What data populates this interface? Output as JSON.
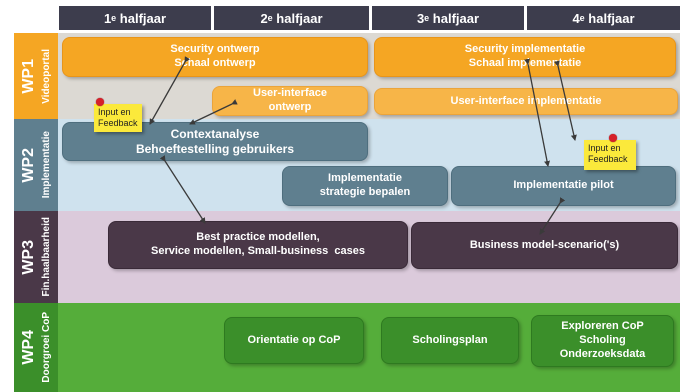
{
  "headers": [
    {
      "num": "1",
      "sup": "e",
      "text": " halfjaar"
    },
    {
      "num": "2",
      "sup": "e",
      "text": " halfjaar"
    },
    {
      "num": "3",
      "sup": "e",
      "text": " halfjaar"
    },
    {
      "num": "4",
      "sup": "e",
      "text": " halfjaar"
    }
  ],
  "workpackages": [
    {
      "id": "WP1",
      "subtitle": "Videoportal",
      "color": "#f5a623"
    },
    {
      "id": "WP2",
      "subtitle": "Implementatie",
      "color": "#5f7f8f"
    },
    {
      "id": "WP3",
      "subtitle": "Fin.haalbaarheid",
      "color": "#4a3848"
    },
    {
      "id": "WP4",
      "subtitle": "Doorgroei CoP",
      "color": "#3b8f2a"
    }
  ],
  "boxes": {
    "security_ontwerp": [
      "Security ontwerp",
      "Schaal ontwerp"
    ],
    "security_impl": [
      "Security implementatie",
      "Schaal implementatie"
    ],
    "ui_ontwerp": [
      "User-interface",
      "ontwerp"
    ],
    "ui_impl": [
      "User-interface implementatie"
    ],
    "contextanalyse": [
      "Contextanalyse",
      "Behoeftestelling gebruikers"
    ],
    "impl_strategie": [
      "Implementatie",
      "strategie bepalen"
    ],
    "impl_pilot": [
      "Implementatie pilot"
    ],
    "best_practice": [
      "Best practice modellen,",
      "Service modellen, Small-business  cases"
    ],
    "business_model": [
      "Business model-scenario('s)"
    ],
    "orientatie": [
      "Orientatie op CoP"
    ],
    "scholingsplan": [
      "Scholingsplan"
    ],
    "exploreren": [
      "Exploreren CoP",
      "Scholing",
      "Onderzoeksdata"
    ]
  },
  "notes": {
    "note1": [
      "Input en",
      "Feedback"
    ],
    "note2": [
      "Input en",
      "Feedback"
    ]
  }
}
